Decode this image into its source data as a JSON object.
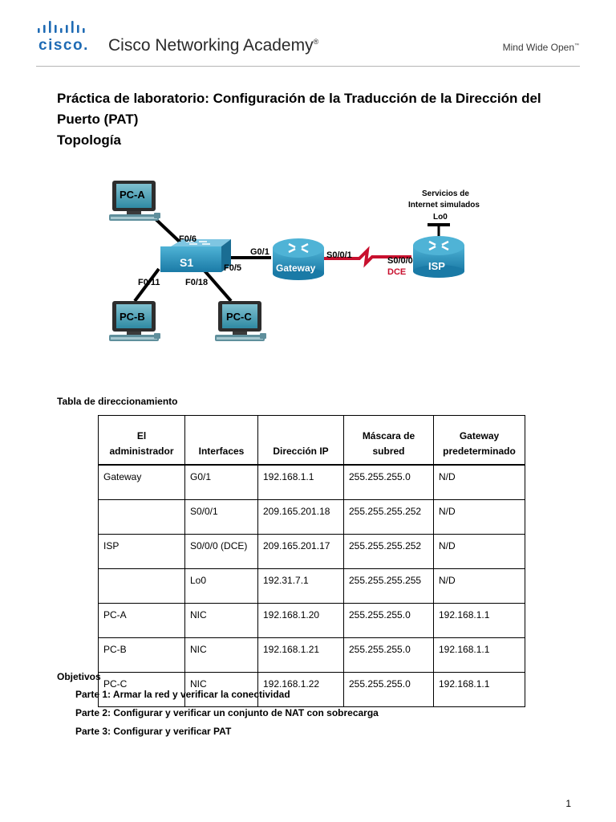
{
  "header": {
    "brand": "cisco.",
    "academy": "Cisco Networking Academy",
    "academy_mark": "®",
    "tagline": "Mind Wide Open",
    "tagline_mark": "™",
    "logo_icon": "cisco-bridge-logo-icon"
  },
  "document": {
    "title": "Práctica de laboratorio: Configuración de la Traducción de la Dirección del Puerto (PAT)",
    "subtitle": "Topología"
  },
  "topology": {
    "pc_a": "PC-A",
    "pc_b": "PC-B",
    "pc_c": "PC-C",
    "switch": "S1",
    "gateway": "Gateway",
    "isp": "ISP",
    "f0_6": "F0/6",
    "f0_5": "F0/5",
    "f0_11": "F0/11",
    "f0_18": "F0/18",
    "g0_1": "G0/1",
    "s0_0_1": "S0/0/1",
    "s0_0_0": "S0/0/0",
    "dce": "DCE",
    "internet_line1": "Servicios de",
    "internet_line2": "Internet simulados",
    "lo0": "Lo0",
    "serial_link_color": "#c8102e"
  },
  "table": {
    "title": "Tabla de direccionamiento",
    "headers": {
      "admin_line1": "El",
      "admin_line2": "administrador",
      "interfaces": "Interfaces",
      "ip": "Dirección IP",
      "mask_line1": "Máscara de",
      "mask_line2": "subred",
      "gw_line1": "Gateway",
      "gw_line2": "predeterminado"
    },
    "rows": [
      [
        "Gateway",
        "G0/1",
        "192.168.1.1",
        "255.255.255.0",
        "N/D"
      ],
      [
        "",
        "S0/0/1",
        "209.165.201.18",
        "255.255.255.252",
        "N/D"
      ],
      [
        "ISP",
        "S0/0/0 (DCE)",
        "209.165.201.17",
        "255.255.255.252",
        "N/D"
      ],
      [
        "",
        "Lo0",
        "192.31.7.1",
        "255.255.255.255",
        "N/D"
      ],
      [
        "PC-A",
        "NIC",
        "192.168.1.20",
        "255.255.255.0",
        "192.168.1.1"
      ],
      [
        "PC-B",
        "NIC",
        "192.168.1.21",
        "255.255.255.0",
        "192.168.1.1"
      ],
      [
        "PC-C",
        "NIC",
        "192.168.1.22",
        "255.255.255.0",
        "192.168.1.1"
      ]
    ]
  },
  "objectives": {
    "heading": "Objetivos",
    "parts": [
      "Parte 1: Armar la red y verificar la conectividad",
      "Parte 2: Configurar y verificar un conjunto de NAT con sobrecarga",
      "Parte 3: Configurar y verificar PAT"
    ]
  },
  "footer": {
    "page": "1"
  }
}
